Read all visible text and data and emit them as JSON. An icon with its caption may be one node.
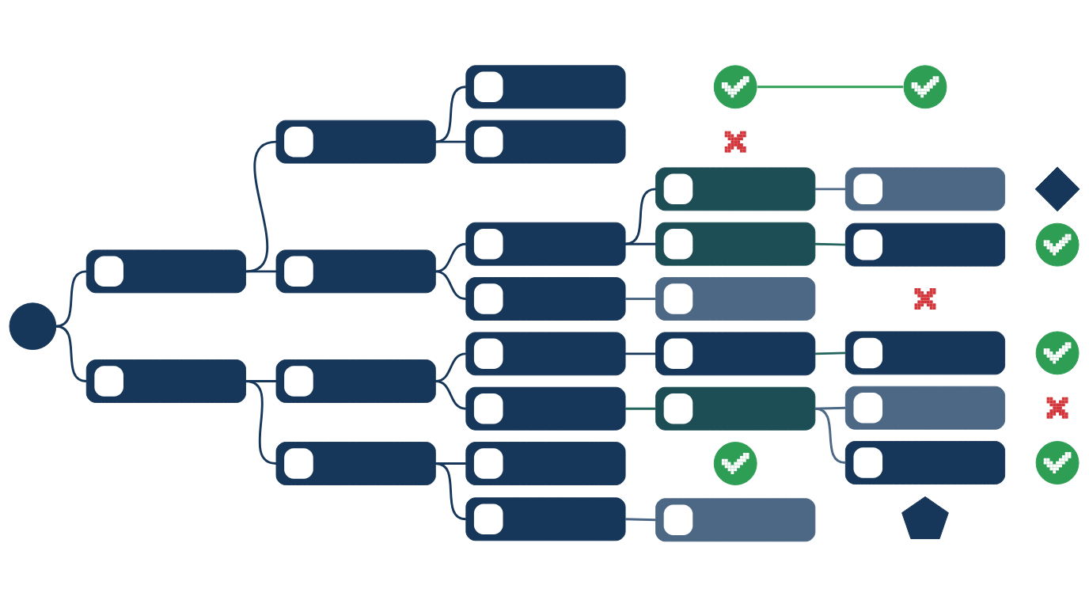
{
  "diagram": {
    "nodes": [
      {
        "text": [],
        "shape": "circle"
      },
      {
        "text": [],
        "shape": "box"
      },
      {
        "text": [],
        "shape": "box"
      },
      {
        "text": [],
        "shape": "box"
      },
      {
        "text": [],
        "shape": "box"
      },
      {
        "text": [],
        "shape": "box"
      },
      {
        "text": [],
        "shape": "box"
      },
      {
        "text": [],
        "shape": "box"
      },
      {
        "text": [],
        "shape": "circle"
      },
      {
        "text": [],
        "shape": "box"
      },
      {
        "text": [],
        "shape": "cross"
      },
      {
        "text": [],
        "shape": "box"
      },
      {
        "text": [],
        "shape": "box"
      },
      {
        "text": [],
        "shape": "box"
      },
      {
        "text": [],
        "shape": "box"
      },
      {
        "text": [],
        "shape": "box"
      },
      {
        "text": [],
        "shape": "circle"
      },
      {
        "text": [],
        "shape": "box"
      },
      {
        "text": [],
        "shape": "box"
      },
      {
        "text": [],
        "shape": "box"
      },
      {
        "text": [],
        "shape": "box"
      },
      {
        "text": [],
        "shape": "box"
      },
      {
        "text": [],
        "shape": "circle"
      },
      {
        "text": [],
        "shape": "box"
      },
      {
        "text": [],
        "shape": "diamond"
      },
      {
        "text": [],
        "shape": "box"
      },
      {
        "text": [],
        "shape": "circle"
      },
      {
        "text": [],
        "shape": "box"
      },
      {
        "text": [],
        "shape": "cross"
      },
      {
        "text": [],
        "shape": "box"
      },
      {
        "text": [],
        "shape": "circle"
      },
      {
        "text": [],
        "shape": "box"
      },
      {
        "text": [],
        "shape": "cross"
      },
      {
        "text": [],
        "shape": "box"
      },
      {
        "text": [],
        "shape": "circle"
      },
      {
        "text": [],
        "shape": "box"
      },
      {
        "text": [],
        "shape": "pentagon"
      }
    ],
    "edges": [
      {
        "from": 0,
        "to": 1,
        "arrow": "none"
      },
      {
        "from": 0,
        "to": 2,
        "arrow": "none"
      },
      {
        "from": 1,
        "to": 3,
        "arrow": "none"
      },
      {
        "from": 1,
        "to": 4,
        "arrow": "none"
      },
      {
        "from": 3,
        "to": 7,
        "arrow": "none"
      },
      {
        "from": 3,
        "to": 9,
        "arrow": "none"
      },
      {
        "from": 4,
        "to": 11,
        "arrow": "none"
      },
      {
        "from": 4,
        "to": 12,
        "arrow": "none"
      },
      {
        "from": 2,
        "to": 5,
        "arrow": "none"
      },
      {
        "from": 2,
        "to": 6,
        "arrow": "none"
      },
      {
        "from": 5,
        "to": 13,
        "arrow": "none"
      },
      {
        "from": 5,
        "to": 14,
        "arrow": "none"
      },
      {
        "from": 6,
        "to": 15,
        "arrow": "none"
      },
      {
        "from": 6,
        "to": 17,
        "arrow": "none"
      },
      {
        "from": 8,
        "to": 22,
        "arrow": "none",
        "color": "#2e9e55"
      },
      {
        "from": 11,
        "to": 18,
        "arrow": "none"
      },
      {
        "from": 11,
        "to": 19,
        "arrow": "none"
      },
      {
        "from": 12,
        "to": 27,
        "arrow": "none",
        "color": "#4d6885"
      },
      {
        "from": 13,
        "to": 20,
        "arrow": "none"
      },
      {
        "from": 14,
        "to": 21,
        "arrow": "none",
        "color": "#23655c"
      },
      {
        "from": 17,
        "to": 35,
        "arrow": "none",
        "color": "#4d6885"
      },
      {
        "from": 18,
        "to": 23,
        "arrow": "none",
        "color": "#4d6885"
      },
      {
        "from": 19,
        "to": 25,
        "arrow": "none",
        "color": "#23655c"
      },
      {
        "from": 20,
        "to": 29,
        "arrow": "none",
        "color": "#23655c"
      },
      {
        "from": 21,
        "to": 31,
        "arrow": "none",
        "color": "#4d6885"
      },
      {
        "from": 21,
        "to": 33,
        "arrow": "none",
        "color": "#4d6885"
      }
    ]
  }
}
